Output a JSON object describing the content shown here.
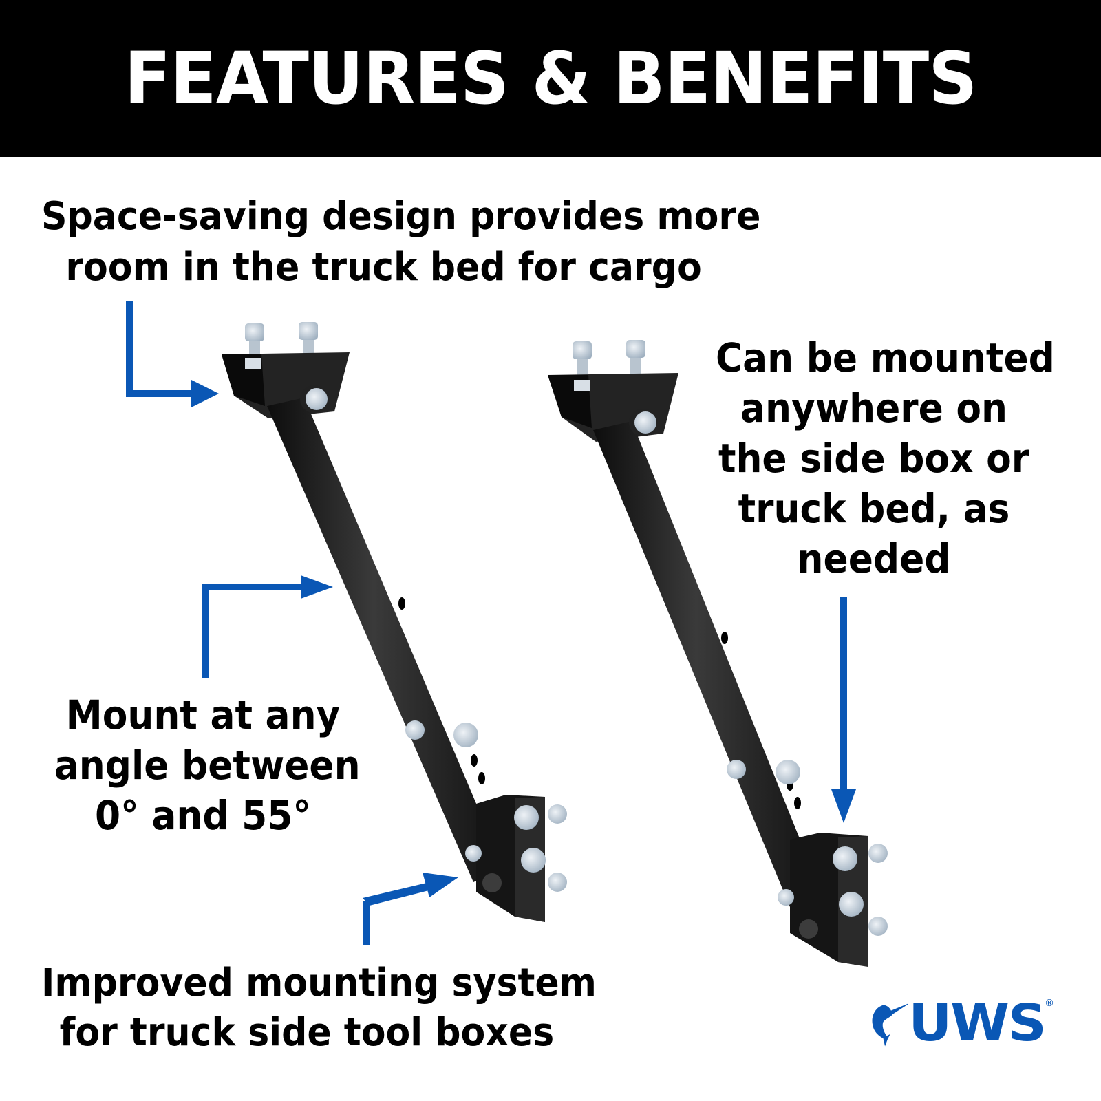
{
  "banner": {
    "title": "FEATURES & BENEFITS",
    "background": "#000000",
    "text_color": "#ffffff"
  },
  "callouts": {
    "top": {
      "lines": [
        "Space-saving design provides more",
        "room in the truck bed for cargo"
      ],
      "arrow": "elbow-down-right-arrow"
    },
    "right": {
      "lines": [
        "Can be mounted",
        "anywhere on",
        "the side box or",
        "truck bed, as",
        "needed"
      ],
      "arrow": "down-arrow"
    },
    "middle": {
      "lines": [
        "Mount at any",
        "angle between",
        "0° and 55°"
      ],
      "arrow": "elbow-up-right-arrow"
    },
    "bottom": {
      "lines": [
        "Improved mounting system",
        "for truck side tool boxes"
      ],
      "arrow": "angled-up-right-arrow"
    }
  },
  "product": {
    "items": [
      "left-support-bracket",
      "right-support-bracket"
    ],
    "bracket_color": "#1c1c1c",
    "hardware_color": "#c9d3dc"
  },
  "arrow_color": "#0a57b5",
  "brand": {
    "logo_text": "UWS",
    "registered_mark": "®",
    "icon": "sailfish-icon",
    "color": "#0a57b5"
  }
}
